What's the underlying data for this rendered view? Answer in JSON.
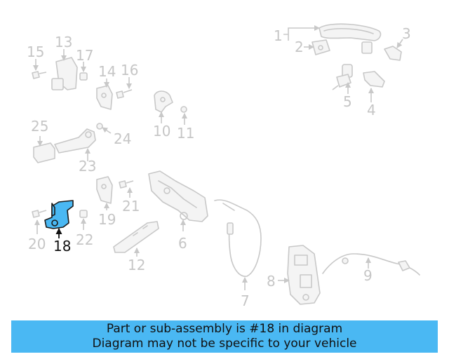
{
  "callouts": [
    {
      "id": "1",
      "text": "1"
    },
    {
      "id": "2",
      "text": "2"
    },
    {
      "id": "3",
      "text": "3"
    },
    {
      "id": "4",
      "text": "4"
    },
    {
      "id": "5",
      "text": "5"
    },
    {
      "id": "6",
      "text": "6"
    },
    {
      "id": "7",
      "text": "7"
    },
    {
      "id": "8",
      "text": "8"
    },
    {
      "id": "9",
      "text": "9"
    },
    {
      "id": "10",
      "text": "10"
    },
    {
      "id": "11",
      "text": "11"
    },
    {
      "id": "12",
      "text": "12"
    },
    {
      "id": "13",
      "text": "13"
    },
    {
      "id": "14",
      "text": "14"
    },
    {
      "id": "15",
      "text": "15"
    },
    {
      "id": "16",
      "text": "16"
    },
    {
      "id": "17",
      "text": "17"
    },
    {
      "id": "18",
      "text": "18"
    },
    {
      "id": "19",
      "text": "19"
    },
    {
      "id": "20",
      "text": "20"
    },
    {
      "id": "21",
      "text": "21"
    },
    {
      "id": "22",
      "text": "22"
    },
    {
      "id": "23",
      "text": "23"
    },
    {
      "id": "24",
      "text": "24"
    },
    {
      "id": "25",
      "text": "25"
    }
  ],
  "highlighted_part": "18",
  "banner": {
    "line1": "Part or sub-assembly is #18 in diagram",
    "line2": "Diagram may not be specific to your vehicle"
  },
  "colors": {
    "highlight": "#4ab8f3",
    "parts": "#c8c8c8",
    "banner": "#4ab8f3"
  }
}
